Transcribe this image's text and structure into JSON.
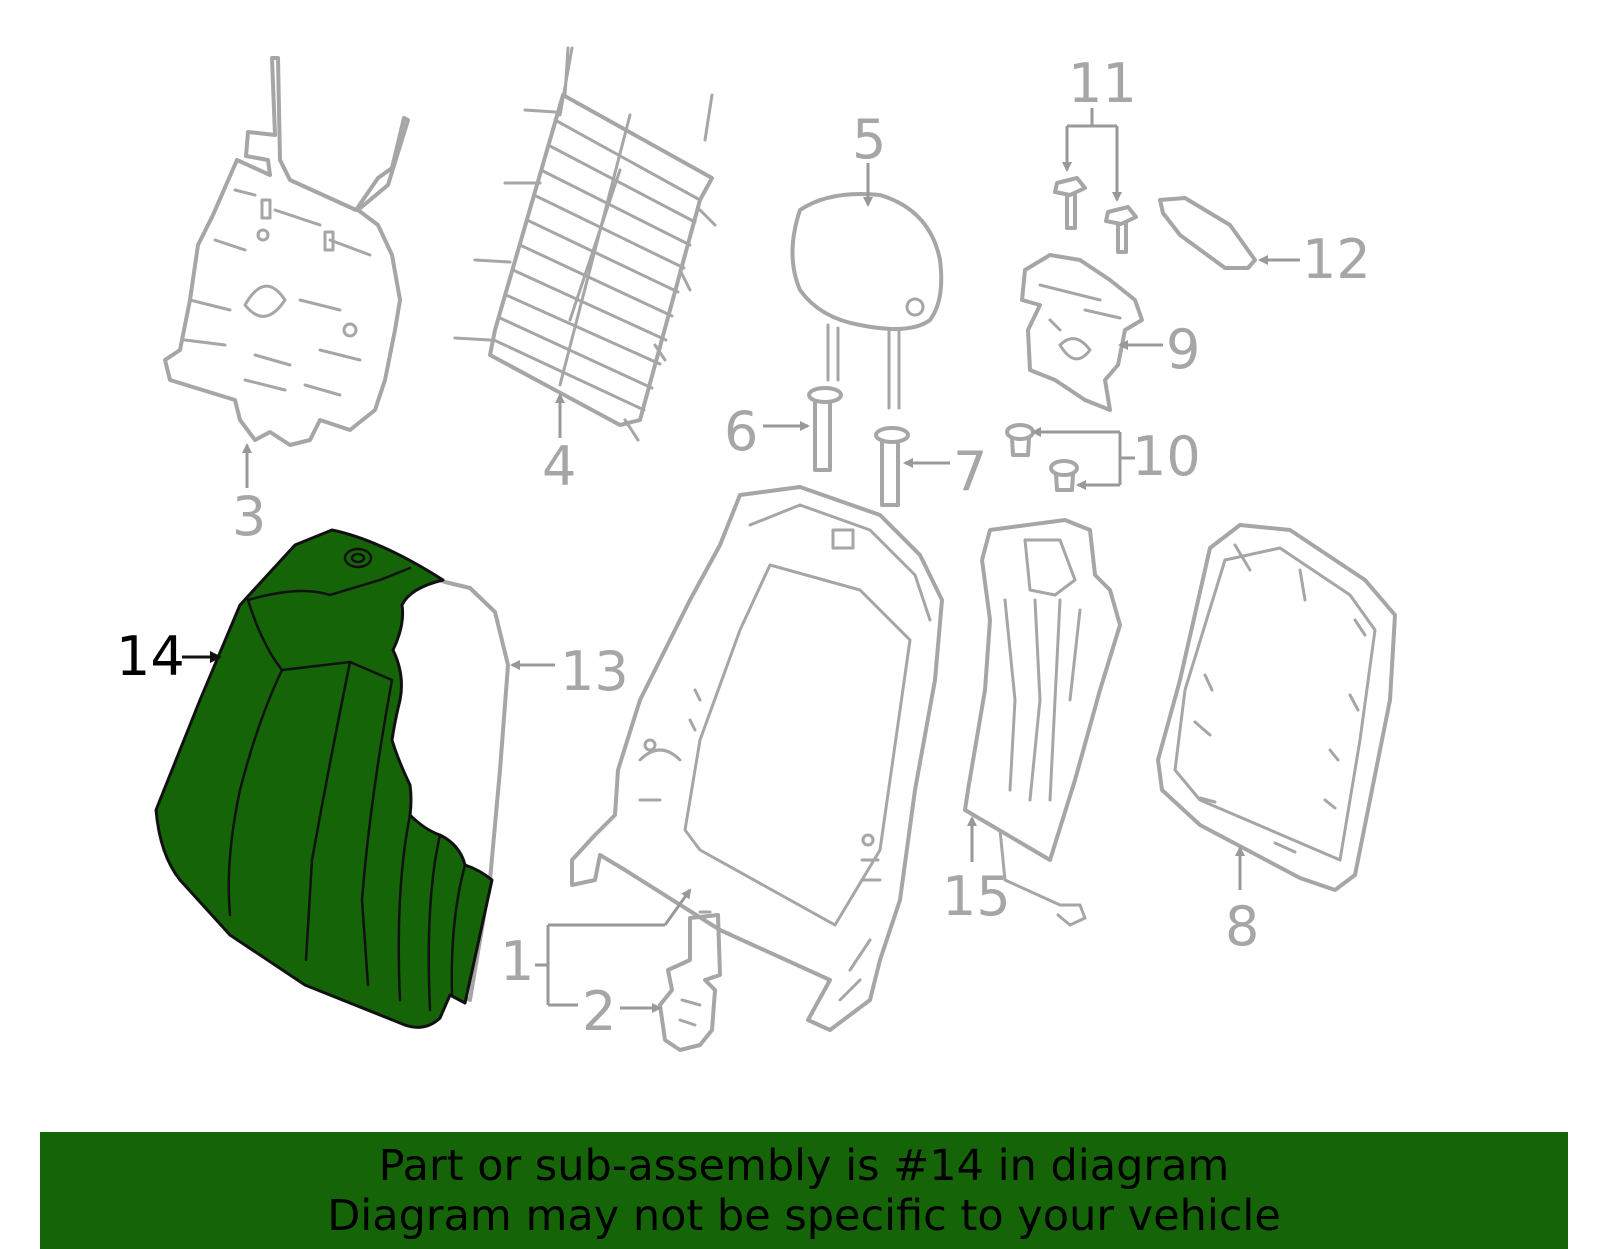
{
  "diagram": {
    "highlighted_part": "14",
    "colors": {
      "highlight_fill": "#156508",
      "part_stroke": "#a6a6a6",
      "banner_background": "#156508"
    },
    "callouts": [
      "1",
      "2",
      "3",
      "4",
      "5",
      "6",
      "7",
      "8",
      "9",
      "10",
      "11",
      "12",
      "13",
      "14",
      "15"
    ]
  },
  "banner": {
    "line1": "Part or sub-assembly is #14 in diagram",
    "line2": "Diagram may not be specific to your vehicle"
  }
}
